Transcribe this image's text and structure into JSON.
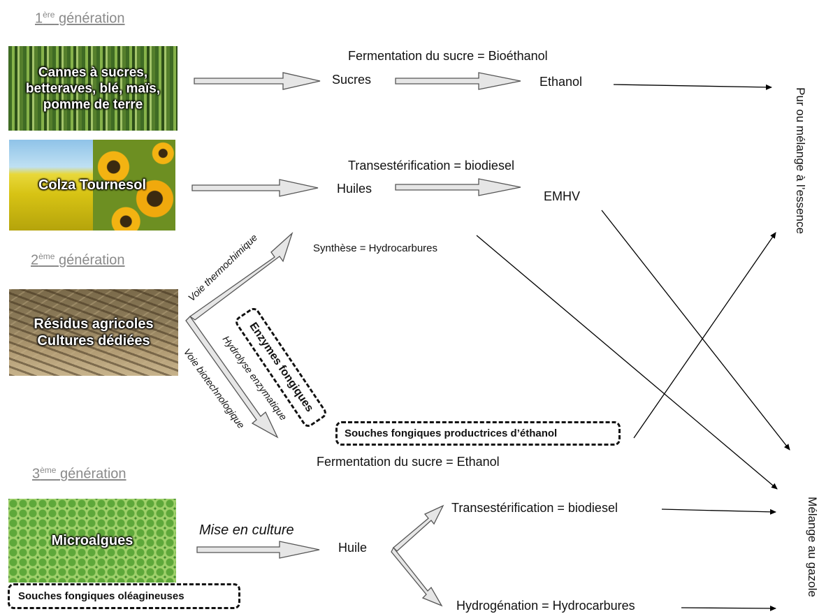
{
  "generations": {
    "first": {
      "num": "1",
      "sup": "ère",
      "word": "génération"
    },
    "second": {
      "num": "2",
      "sup": "ème",
      "word": "génération"
    },
    "third": {
      "num": "3",
      "sup": "ème",
      "word": "génération"
    }
  },
  "images": {
    "cannes": "Cannes à sucres, betteraves,  blé, maïs, pomme de terre",
    "colza": "Colza Tournesol",
    "residus": "Résidus agricoles Cultures dédiées",
    "microalgues": "Microalgues"
  },
  "labels": {
    "fermentation_bioethanol": "Fermentation du sucre = Bioéthanol",
    "sucres": "Sucres",
    "ethanol": "Ethanol",
    "transesterification_1": "Transestérification = biodiesel",
    "huiles": "Huiles",
    "emhv": "EMHV",
    "synthese": "Synthèse = Hydrocarbures",
    "fermentation_ethanol": "Fermentation du sucre = Ethanol",
    "mise_en_culture": "Mise en culture",
    "huile": "Huile",
    "transesterification_2": "Transestérification = biodiesel",
    "hydrogenation": "Hydrogénation = Hydrocarbures"
  },
  "path_labels": {
    "thermochimique": "Voie thermochimique",
    "biotechnologique": "Voie biotechnologique",
    "hydrolyse": "Hydrolyse enzymatique"
  },
  "boxes": {
    "enzymes": "Enzymes fongiques",
    "souches_ethanol": "Souches fongiques productrices d’éthanol",
    "souches_oleagineuses": "Souches fongiques oléagineuses"
  },
  "outputs": {
    "essence": "Pur ou mélange à l’essence",
    "gazole": "Mélange au gazole"
  },
  "colors": {
    "arrow_fill": "#e6e6e6",
    "arrow_stroke": "#555555",
    "generation_text": "#8a8a8a"
  }
}
